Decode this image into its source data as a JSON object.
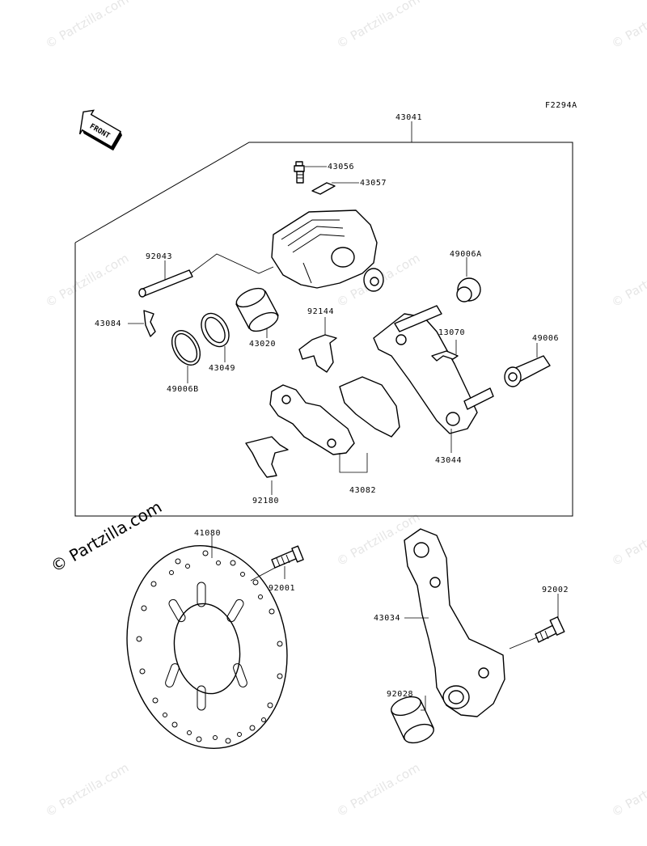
{
  "diagram": {
    "code": "F2294A",
    "front_label": "FRONT",
    "watermark_main": "© Partzilla.com",
    "watermark_repeat": "© Partzilla.com",
    "parts": {
      "p43041": "43041",
      "p43056": "43056",
      "p43057": "43057",
      "p92043": "92043",
      "p49006A": "49006A",
      "p92144": "92144",
      "p43084": "43084",
      "p43020": "43020",
      "p13070": "13070",
      "p49006": "49006",
      "p43049": "43049",
      "p49006B": "49006B",
      "p43044": "43044",
      "p43082": "43082",
      "p92180": "92180",
      "p41080": "41080",
      "p92001": "92001",
      "p92002": "92002",
      "p43034": "43034",
      "p92028": "92028"
    }
  }
}
